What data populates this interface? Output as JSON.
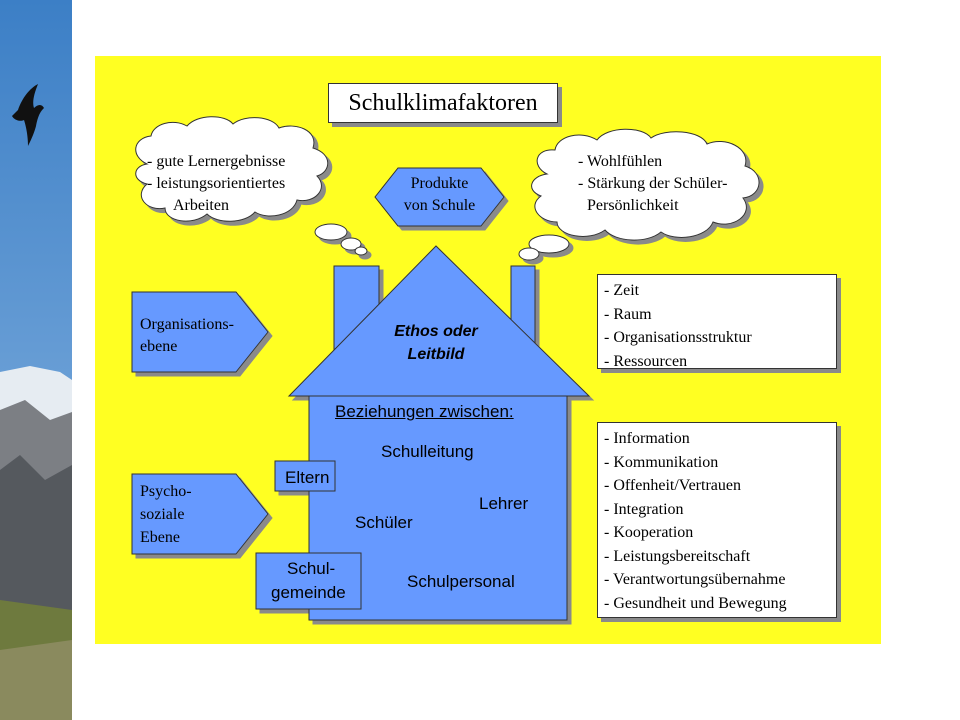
{
  "title": "Schulklimafaktoren",
  "cloud_left": [
    "- gute Lernergebnisse",
    "- leistungsorientiertes",
    "Arbeiten"
  ],
  "cloud_right": [
    "- Wohlfühlen",
    "- Stärkung der Schüler-",
    "Persönlichkeit"
  ],
  "products": [
    "Produkte",
    "von Schule"
  ],
  "roof": [
    "Ethos oder",
    "Leitbild"
  ],
  "org_level": [
    "Organisations-",
    "ebene"
  ],
  "psycho_level": [
    "Psycho-",
    "soziale",
    "Ebene"
  ],
  "house": {
    "heading": "Beziehungen zwischen:",
    "schulleitung": "Schulleitung",
    "eltern": "Eltern",
    "lehrer": "Lehrer",
    "schueler": "Schüler",
    "schulgemeinde": [
      "Schul-",
      "gemeinde"
    ],
    "schulpersonal": "Schulpersonal"
  },
  "list_org": [
    "- Zeit",
    "- Raum",
    "- Organisationsstruktur",
    "- Ressourcen"
  ],
  "list_psycho": [
    "- Information",
    "- Kommunikation",
    "- Offenheit/Vertrauen",
    "- Integration",
    "- Kooperation",
    "- Leistungsbereitschaft",
    "- Verantwortungsübernahme",
    "- Gesundheit und Bewegung"
  ],
  "colors": {
    "background": "#ffff22",
    "shape_blue": "#6699ff",
    "sky": "#5d95d3"
  }
}
